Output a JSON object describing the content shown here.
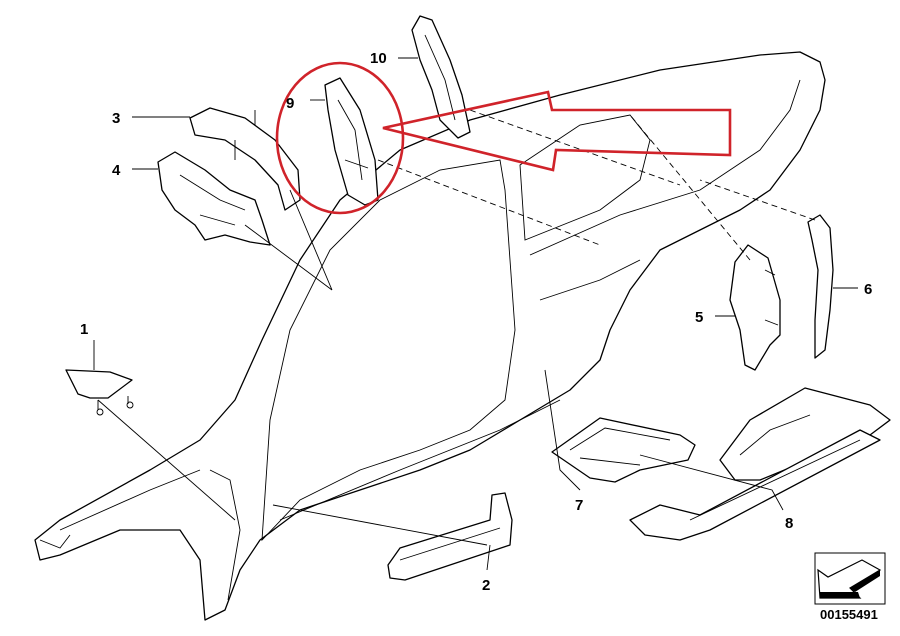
{
  "diagram": {
    "callouts": [
      {
        "id": "1",
        "label": "1"
      },
      {
        "id": "2",
        "label": "2"
      },
      {
        "id": "3",
        "label": "3"
      },
      {
        "id": "4",
        "label": "4"
      },
      {
        "id": "5",
        "label": "5"
      },
      {
        "id": "6",
        "label": "6"
      },
      {
        "id": "7",
        "label": "7"
      },
      {
        "id": "8",
        "label": "8"
      },
      {
        "id": "9",
        "label": "9"
      },
      {
        "id": "10",
        "label": "10"
      }
    ],
    "highlight": {
      "target": "9",
      "color": "#d0232a"
    },
    "diagram_code": "00155491",
    "orientation_icon": "arrow-front-left-icon"
  }
}
